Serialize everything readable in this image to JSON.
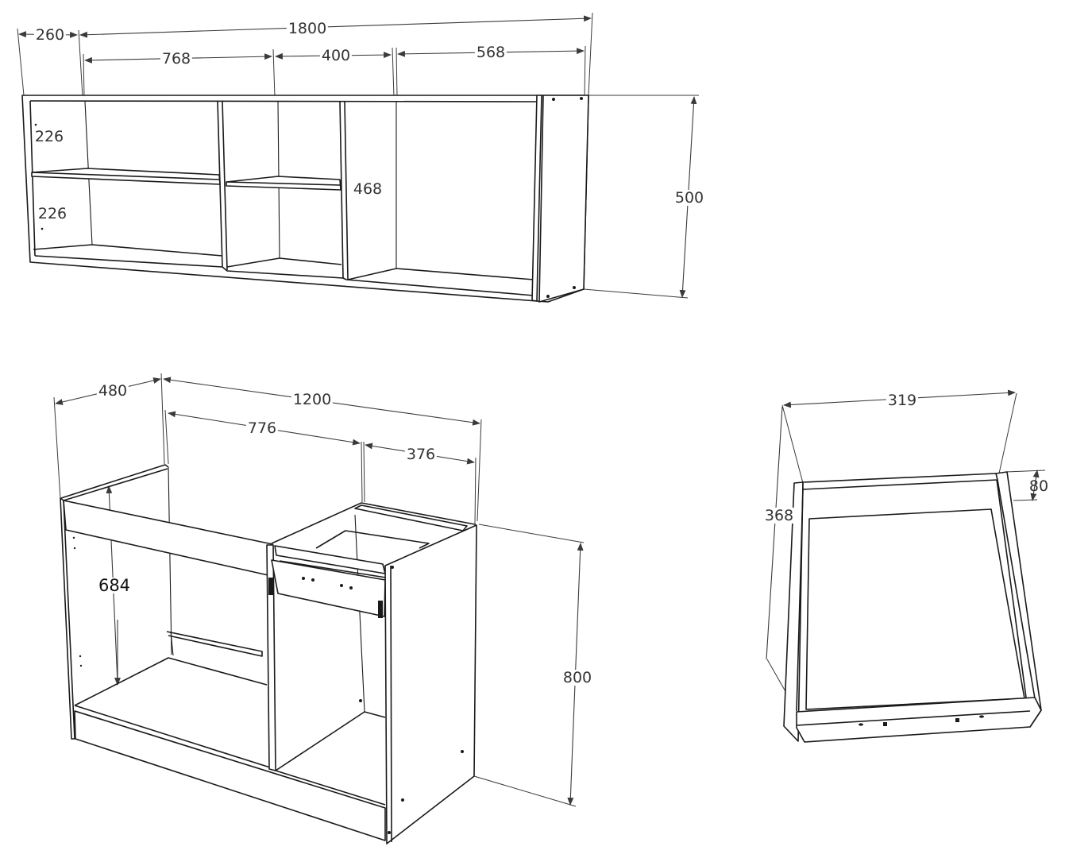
{
  "drawing": {
    "units": "mm",
    "line_color": "#1a1a1a",
    "dimension_color": "#3a3a3a",
    "wall_shelf": {
      "overall_width": "1800",
      "side_depth": "260",
      "compartments": [
        "768",
        "400",
        "568"
      ],
      "shelf_spacing_upper": "226",
      "shelf_spacing_lower": "226",
      "inner_height": "468",
      "overall_height": "500"
    },
    "base_cabinet": {
      "depth": "480",
      "overall_width": "1200",
      "left_opening": "776",
      "right_opening": "376",
      "inner_height": "684",
      "overall_height": "800"
    },
    "drawer": {
      "width": "319",
      "depth": "368",
      "height": "80"
    }
  }
}
